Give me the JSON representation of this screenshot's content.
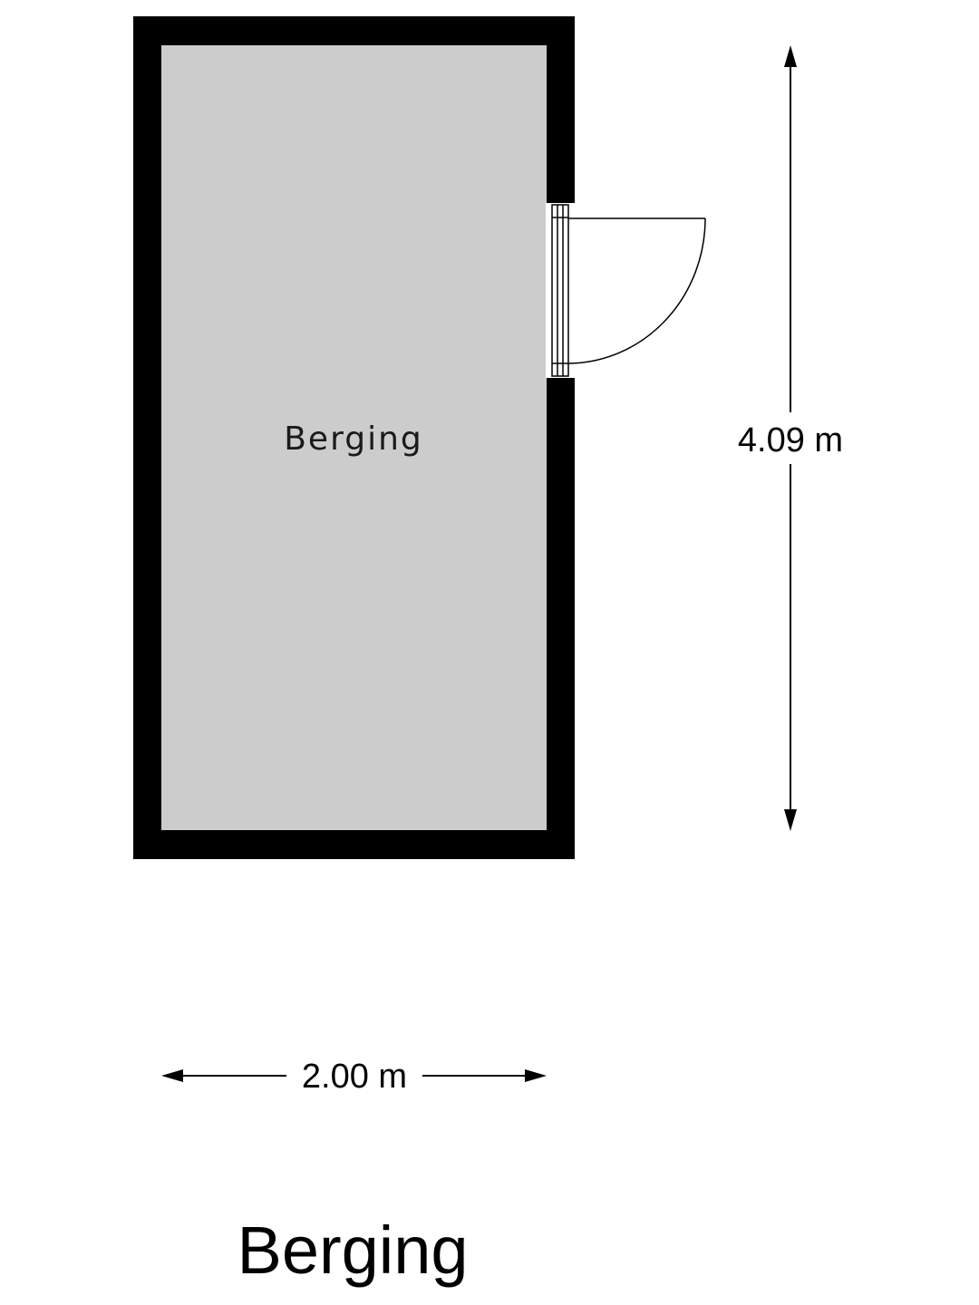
{
  "room": {
    "name": "Berging"
  },
  "dimensions": {
    "width_label": "2.00 m",
    "height_label": "4.09 m"
  },
  "plan_title": "Berging",
  "colors": {
    "wall": "#000000",
    "floor": "#cccccc",
    "background": "#ffffff",
    "line": "#000000"
  },
  "icons": {
    "door": "door-swing-icon",
    "arrow": "arrowhead-icon"
  }
}
